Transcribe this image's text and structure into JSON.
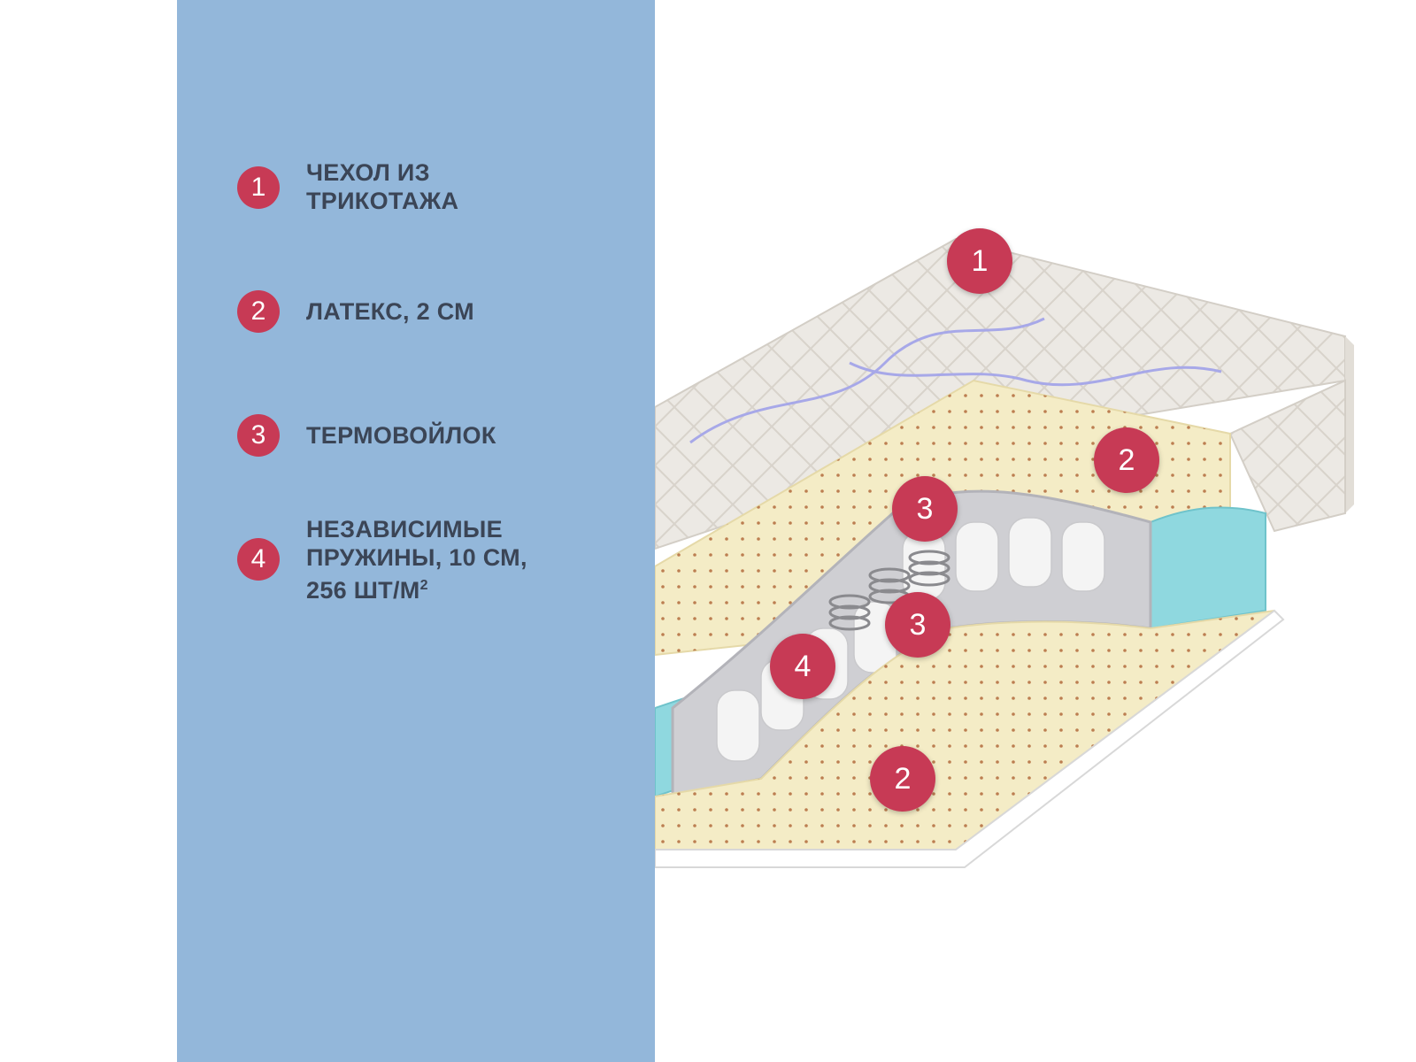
{
  "colors": {
    "panel": "#93b7da",
    "badge": "#c73a55",
    "text": "#3b4556",
    "latex": "#f4ecc6",
    "foam": "#8fd8df"
  },
  "legend": [
    {
      "number": "1",
      "lines": [
        "ЧЕХОЛ ИЗ",
        "ТРИКОТАЖА"
      ]
    },
    {
      "number": "2",
      "lines": [
        "ЛАТЕКС, 2 СМ"
      ]
    },
    {
      "number": "3",
      "lines": [
        "ТЕРМОВОЙЛОК"
      ]
    },
    {
      "number": "4",
      "lines": [
        "НЕЗАВИСИМЫЕ",
        "ПРУЖИНЫ, 10 СМ,",
        "256 ШТ/М"
      ],
      "superscript": "2"
    }
  ],
  "markers": [
    {
      "number": "1"
    },
    {
      "number": "2"
    },
    {
      "number": "3"
    },
    {
      "number": "3"
    },
    {
      "number": "4"
    },
    {
      "number": "2"
    }
  ]
}
